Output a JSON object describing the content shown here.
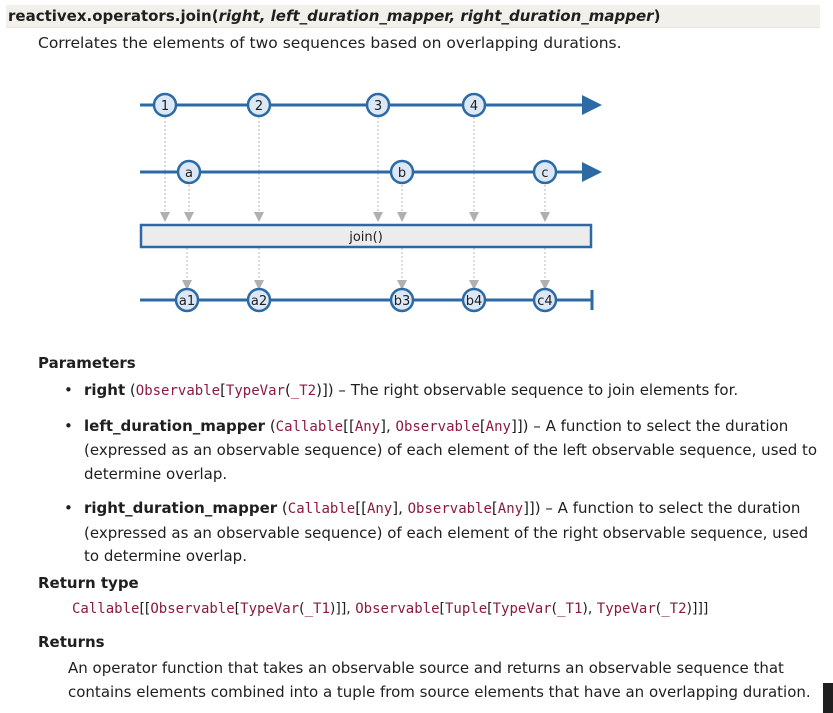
{
  "signature": {
    "func": "reactivex.operators.join(",
    "params": "right, left_duration_mapper, right_duration_mapper",
    "close": ")"
  },
  "summary": "Correlates the elements of two sequences based on overlapping durations.",
  "diagram": {
    "top_marbles": [
      "1",
      "2",
      "3",
      "4"
    ],
    "mid_marbles": [
      "a",
      "b",
      "c"
    ],
    "operator_label": "join()",
    "output_marbles": [
      "a1",
      "a2",
      "b3",
      "b4",
      "c4"
    ],
    "colors": {
      "line": "#2b6aa4",
      "marble_fill": "#dce8f6",
      "box_fill": "#ececec",
      "arrow_grey": "#b0b0b0"
    }
  },
  "headings": {
    "parameters": "Parameters",
    "return_type": "Return type",
    "returns": "Returns"
  },
  "parameters": [
    {
      "name": "right",
      "type_parts": [
        " (",
        "Observable",
        "[",
        "TypeVar",
        "(",
        "_T2",
        ")])",
        ""
      ],
      "desc": " – The right observable sequence to join elements for."
    },
    {
      "name": "left_duration_mapper",
      "desc": " – A function to select the duration (expressed as an observable sequence) of each element of the left observable sequence, used to determine overlap."
    },
    {
      "name": "right_duration_mapper",
      "desc": " – A function to select the duration (expressed as an observable sequence) of each element of the right observable sequence, used to determine overlap."
    }
  ],
  "returns_text": "An operator function that takes an observable source and returns an observable sequence that contains elements combined into a tuple from source elements that have an overlapping duration."
}
